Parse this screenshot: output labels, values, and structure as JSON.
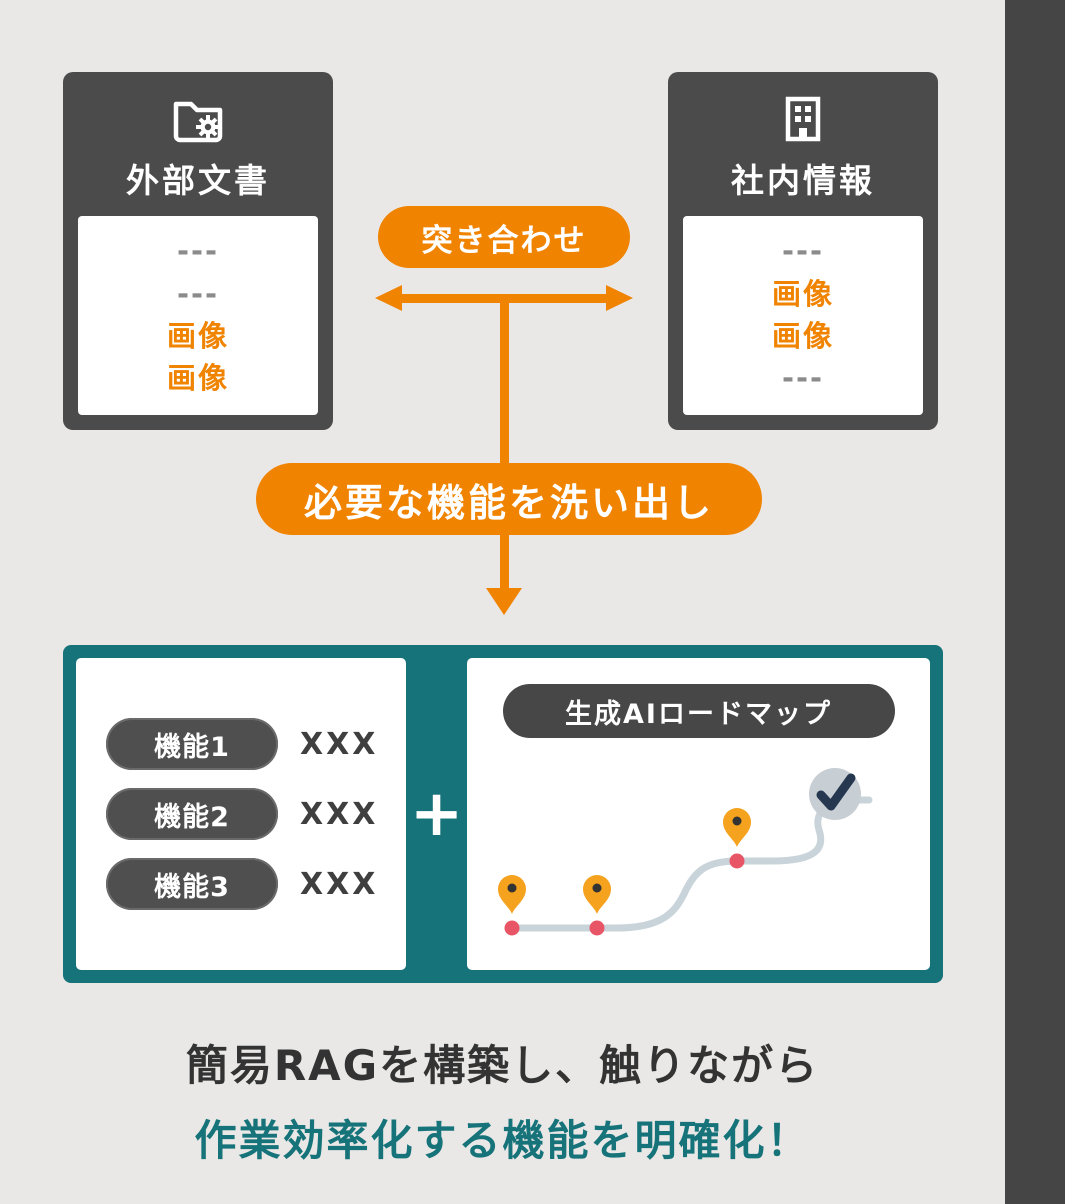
{
  "diagram": {
    "left_card": {
      "title": "外部文書",
      "icon": "folder-gear-icon",
      "lines": [
        "---",
        "---",
        "画像",
        "画像"
      ]
    },
    "right_card": {
      "title": "社内情報",
      "icon": "building-icon",
      "lines": [
        "---",
        "画像",
        "画像",
        "---"
      ]
    },
    "match_label": "突き合わせ",
    "extract_label": "必要な機能を洗い出し",
    "result": {
      "functions": [
        {
          "label": "機能1",
          "value": "XXX"
        },
        {
          "label": "機能2",
          "value": "XXX"
        },
        {
          "label": "機能3",
          "value": "XXX"
        }
      ],
      "plus_sign": "+",
      "roadmap_title": "生成AIロードマップ",
      "roadmap_icons": [
        "map-pin-icon",
        "map-pin-icon",
        "map-pin-icon",
        "check-icon"
      ]
    },
    "caption": {
      "line1": "簡易RAGを構築し、触りながら",
      "line2": "作業効率化する機能を明確化！"
    },
    "colors": {
      "orange": "#f08300",
      "teal": "#17737a",
      "card_dark": "#4b4b4b",
      "pill_dark": "#4f4f4f",
      "pin_amber": "#f5a31f",
      "pin_dot_red": "#e85566",
      "road_gray": "#c9d4da",
      "check_navy": "#26384f"
    }
  }
}
